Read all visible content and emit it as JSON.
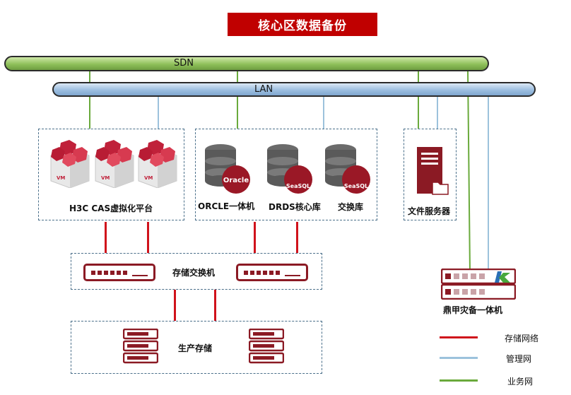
{
  "title": "核心区数据备份",
  "networks": {
    "sdn": "SDN",
    "lan": "LAN"
  },
  "groups": {
    "virtualization": "H3C CAS虚拟化平台",
    "oracle": "ORCLE一体机",
    "drds": "DRDS核心库",
    "exchange": "交换库",
    "file_server": "文件服务器",
    "storage_switch": "存储交换机",
    "production_storage": "生产存储",
    "backup_appliance": "鼎甲灾备一体机"
  },
  "icon_text": {
    "vm": "VM",
    "oracle": "Oracle",
    "seasql": "SeaSQL"
  },
  "legend": [
    {
      "label": "存储网络",
      "color": "#d0121b"
    },
    {
      "label": "管理网",
      "color": "#9cc2dc"
    },
    {
      "label": "业务网",
      "color": "#6aaa3c"
    }
  ],
  "colors": {
    "accent": "#c00000",
    "device": "#8b1a24",
    "sdn": "#8fc05a",
    "lan": "#9dbfe0"
  }
}
